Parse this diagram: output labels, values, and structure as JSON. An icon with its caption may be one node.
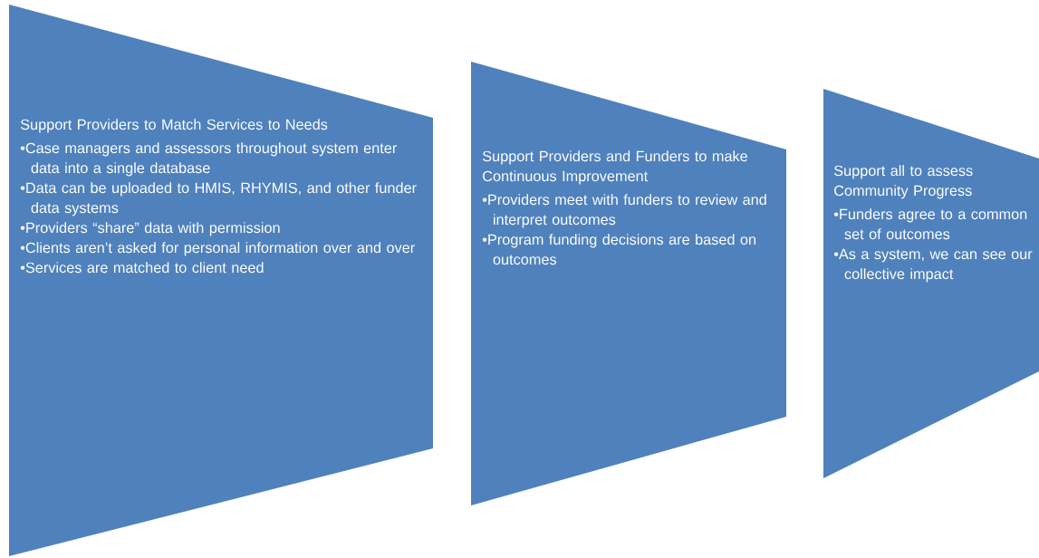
{
  "diagram": {
    "nodes": [
      {
        "text": [
          "Support Providers to Match Services to Needs",
          "•Case managers and assessors throughout system enter data into a single database",
          "•Data can be uploaded to HMIS, RHYMIS, and other funder data systems",
          "•Providers “share” data with permission",
          "•Clients aren’t asked for personal information over and over",
          "•Services are matched to client need"
        ]
      },
      {
        "text": [
          "Support Providers and Funders to make Continuous Improvement",
          "•Providers meet with funders to review and interpret outcomes",
          "•Program funding decisions are based on outcomes"
        ]
      },
      {
        "text": [
          "Support all to assess Community Progress",
          "•Funders agree to a common set of outcomes",
          "•As a system, we can see our collective impact"
        ]
      }
    ]
  }
}
